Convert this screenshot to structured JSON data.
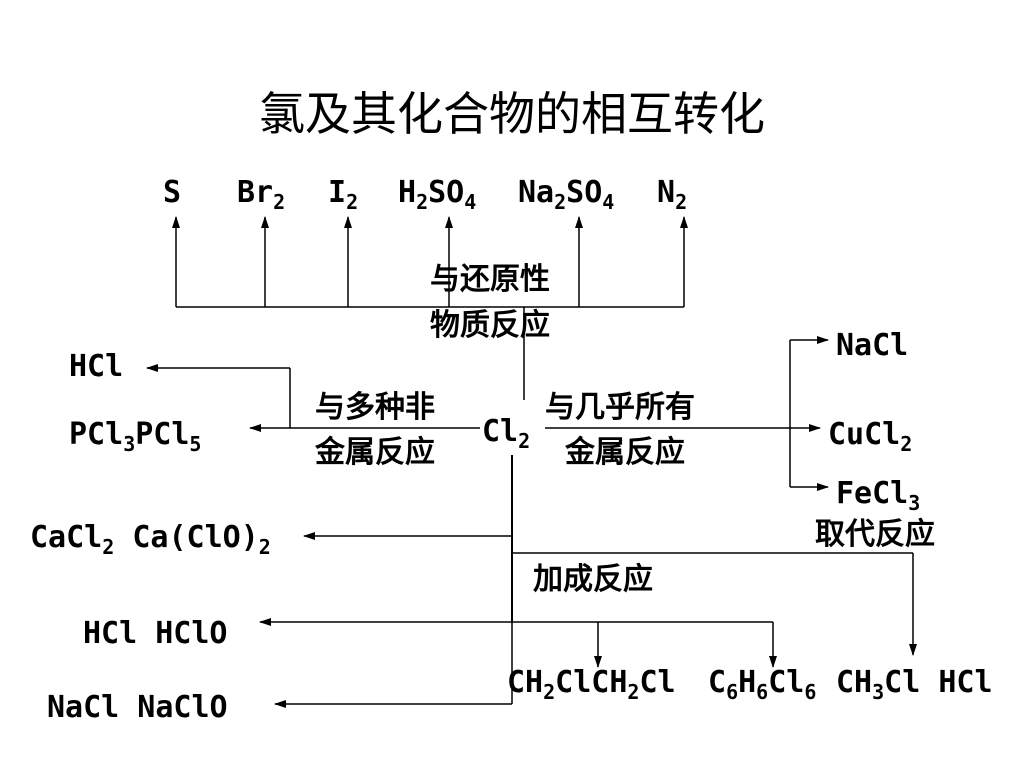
{
  "title": "氯及其化合物的相互转化",
  "center": {
    "sym": "Cl",
    "sub": "2"
  },
  "reducers": [
    {
      "parts": [
        [
          "S",
          ""
        ]
      ]
    },
    {
      "parts": [
        [
          "Br",
          "2"
        ]
      ]
    },
    {
      "parts": [
        [
          "I",
          "2"
        ]
      ]
    },
    {
      "parts": [
        [
          "H",
          "2"
        ],
        [
          "SO",
          "4"
        ]
      ]
    },
    {
      "parts": [
        [
          "Na",
          "2"
        ],
        [
          "SO",
          "4"
        ]
      ]
    },
    {
      "parts": [
        [
          "N",
          "2"
        ]
      ]
    }
  ],
  "labels": {
    "reducing": [
      "与还原性",
      "物质反应"
    ],
    "nonmetal": [
      "与多种非",
      "金属反应"
    ],
    "metal": [
      "与几乎所有",
      "金属反应"
    ],
    "substitution": "取代反应",
    "addition": "加成反应"
  },
  "left_products": {
    "hcl": "HCl",
    "pcl": [
      [
        "PCl",
        "3"
      ],
      [
        "PCl",
        "5"
      ]
    ],
    "cacl": [
      [
        "CaCl",
        "2"
      ],
      [
        " Ca(ClO)",
        "2"
      ]
    ],
    "hclo": "HCl HClO",
    "naclo": "NaCl NaClO"
  },
  "metal_products": {
    "nacl": "NaCl",
    "cucl2": [
      [
        "CuCl",
        "2"
      ]
    ],
    "fecl3": [
      [
        "FeCl",
        "3"
      ]
    ]
  },
  "organic_products": {
    "ch2cl": [
      [
        "CH",
        "2"
      ],
      [
        "ClCH",
        "2"
      ],
      [
        "Cl",
        ""
      ]
    ],
    "c6h6cl6": [
      [
        "C",
        "6"
      ],
      [
        "H",
        "6"
      ],
      [
        "Cl",
        "6"
      ]
    ],
    "ch3cl": [
      [
        "CH",
        "3"
      ],
      [
        "Cl HCl",
        ""
      ]
    ]
  }
}
